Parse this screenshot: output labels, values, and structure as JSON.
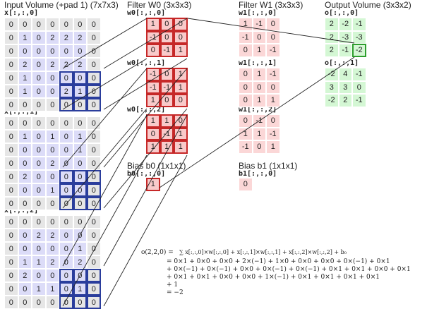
{
  "titles": {
    "input": "Input Volume (+pad 1) (7x7x3)",
    "w0": "Filter W0 (3x3x3)",
    "w1": "Filter W1 (3x3x3)",
    "output": "Output Volume (3x3x2)",
    "b0": "Bias b0 (1x1x1)",
    "b1": "Bias b1 (1x1x1)"
  },
  "labels": {
    "x0": "x[:,:,0]",
    "x1": "x[:,:,1]",
    "x2": "x[:,:,2]",
    "w00": "w0[:,:,0]",
    "w01": "w0[:,:,1]",
    "w02": "w0[:,:,2]",
    "w10": "w1[:,:,0]",
    "w11": "w1[:,:,1]",
    "w12": "w1[:,:,2]",
    "o0": "o[:,:,0]",
    "o1": "o[:,:,1]",
    "b0": "b0[:,:,0]",
    "b1": "b1[:,:,0]"
  },
  "input": [
    [
      [
        0,
        0,
        0,
        0,
        0,
        0,
        0
      ],
      [
        0,
        1,
        0,
        2,
        2,
        2,
        0
      ],
      [
        0,
        0,
        0,
        0,
        0,
        0,
        0
      ],
      [
        0,
        2,
        0,
        2,
        2,
        2,
        0
      ],
      [
        0,
        1,
        0,
        0,
        0,
        0,
        0
      ],
      [
        0,
        1,
        0,
        0,
        2,
        1,
        0
      ],
      [
        0,
        0,
        0,
        0,
        0,
        0,
        0
      ]
    ],
    [
      [
        0,
        0,
        0,
        0,
        0,
        0,
        0
      ],
      [
        0,
        1,
        0,
        1,
        0,
        1,
        0
      ],
      [
        0,
        0,
        0,
        0,
        0,
        1,
        0
      ],
      [
        0,
        0,
        0,
        2,
        0,
        0,
        0
      ],
      [
        0,
        2,
        0,
        0,
        0,
        0,
        0
      ],
      [
        0,
        0,
        0,
        1,
        0,
        0,
        0
      ],
      [
        0,
        0,
        0,
        0,
        0,
        0,
        0
      ]
    ],
    [
      [
        0,
        0,
        0,
        0,
        0,
        0,
        0
      ],
      [
        0,
        0,
        2,
        2,
        0,
        0,
        0
      ],
      [
        0,
        0,
        0,
        0,
        0,
        1,
        0
      ],
      [
        0,
        1,
        1,
        2,
        0,
        2,
        0
      ],
      [
        0,
        2,
        0,
        0,
        0,
        0,
        0
      ],
      [
        0,
        0,
        1,
        1,
        0,
        1,
        0
      ],
      [
        0,
        0,
        0,
        0,
        0,
        0,
        0
      ]
    ]
  ],
  "w0": [
    [
      [
        1,
        0,
        0
      ],
      [
        -1,
        0,
        0
      ],
      [
        0,
        -1,
        1
      ]
    ],
    [
      [
        -1,
        0,
        1
      ],
      [
        -1,
        -1,
        1
      ],
      [
        1,
        0,
        0
      ]
    ],
    [
      [
        1,
        1,
        0
      ],
      [
        0,
        -1,
        1
      ],
      [
        1,
        1,
        1
      ]
    ]
  ],
  "w1": [
    [
      [
        1,
        -1,
        0
      ],
      [
        -1,
        0,
        0
      ],
      [
        0,
        1,
        -1
      ]
    ],
    [
      [
        0,
        1,
        -1
      ],
      [
        0,
        0,
        0
      ],
      [
        0,
        1,
        1
      ]
    ],
    [
      [
        0,
        -1,
        0
      ],
      [
        1,
        1,
        -1
      ],
      [
        -1,
        0,
        1
      ]
    ]
  ],
  "output": [
    [
      [
        2,
        -2,
        -1
      ],
      [
        2,
        -3,
        -3
      ],
      [
        2,
        -1,
        -2
      ]
    ],
    [
      [
        -2,
        4,
        -1
      ],
      [
        3,
        3,
        0
      ],
      [
        -2,
        2,
        -1
      ]
    ]
  ],
  "b0": 1,
  "b1": 0,
  "formula": {
    "lhs": "o(2,2,0) =",
    "head": "x[:,:,0]×w[:,:,0] + x[:,:,1]×w[:,:,1] + x[:,:,2]×w[:,:,2] + b₀",
    "lines": [
      "= 0×1 + 0×0 + 0×0 + 2×(−1) + 1×0 + 0×0 + 0×0 + 0×(−1) + 0×1",
      "+ 0×(−1) + 0×(−1) + 0×0 + 0×(−1) + 0×(−1) + 0×1 + 0×1 + 0×0 + 0×1",
      "+ 0×1 + 0×1 + 0×0 + 0×0 + 1×(−1) + 0×1 + 0×1 + 0×1 + 0×1",
      "+ 1",
      "= −2"
    ]
  },
  "colors": {
    "red_box": "#c62828",
    "blue_box": "#2a3d9c",
    "green_box": "#2e9e2e"
  }
}
